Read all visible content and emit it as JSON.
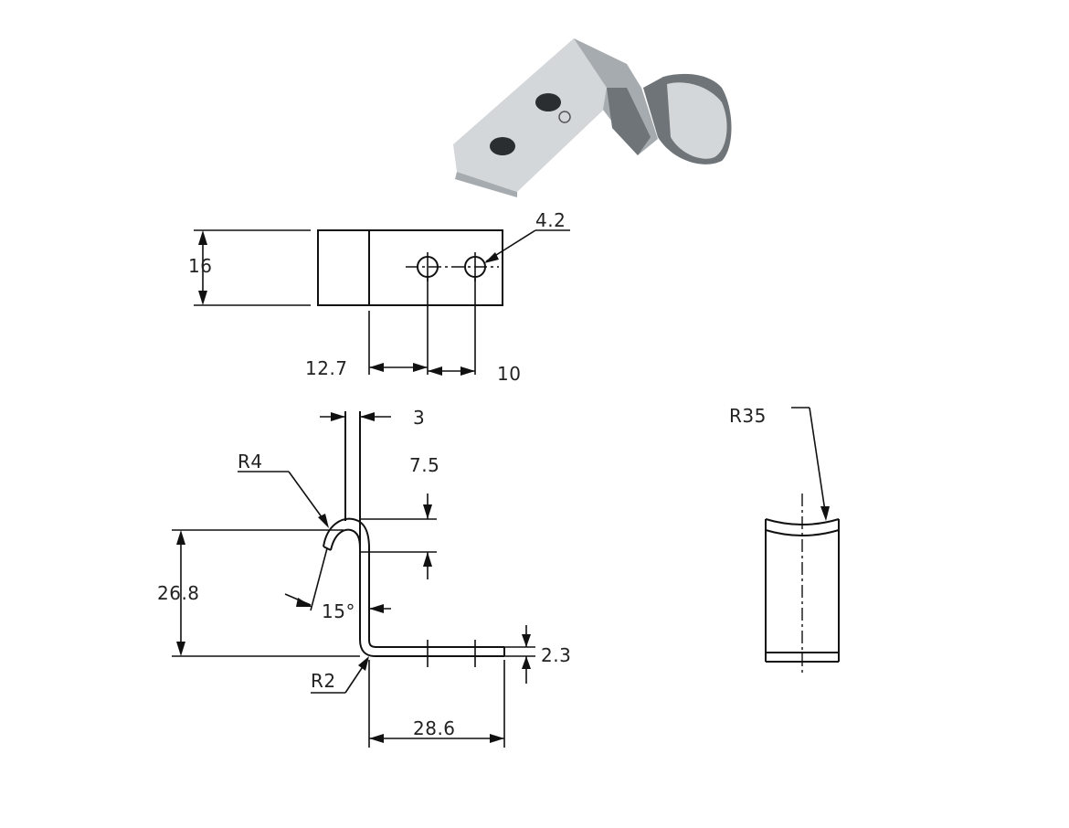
{
  "labels": {
    "hole_dia": "4.2",
    "width": "16",
    "offset_first_hole": "12.7",
    "hole_pitch": "10",
    "thickness": "3",
    "hook_radius": "R4",
    "hook_depth": "7.5",
    "height": "26.8",
    "hook_angle": "15°",
    "bend_radius": "R2",
    "plate_thickness": "2.3",
    "base_length": "28.6",
    "curve_radius": "R35"
  }
}
